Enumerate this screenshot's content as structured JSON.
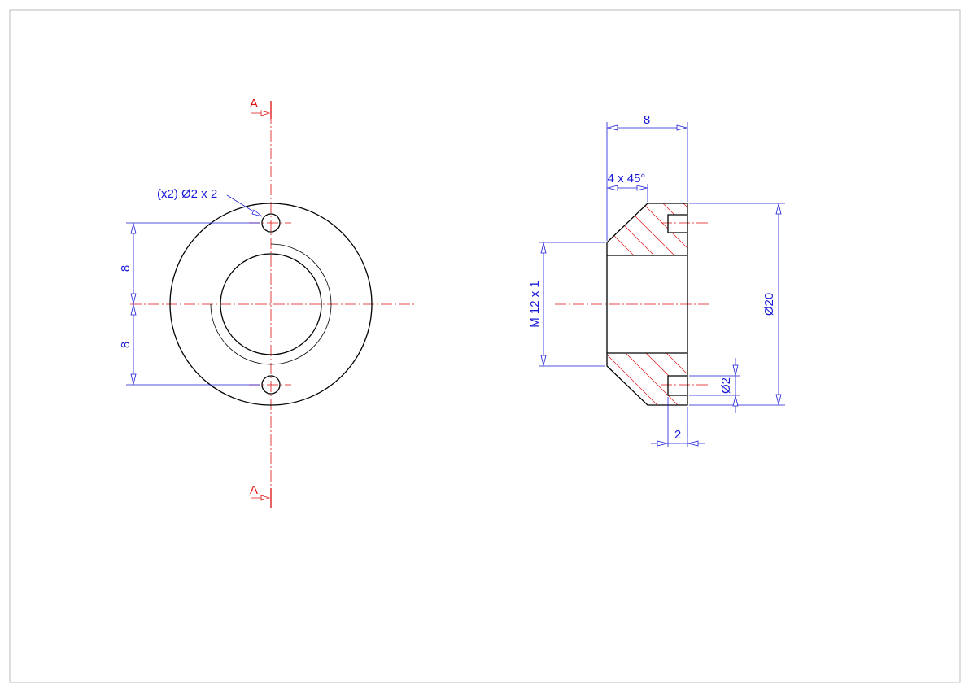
{
  "front_view": {
    "section_label_top": "A",
    "section_label_bottom": "A",
    "hole_callout": "(x2) Ø2 x 2",
    "dim_upper": "8",
    "dim_lower": "8"
  },
  "section_view": {
    "width_dim": "8",
    "chamfer_dim": "4 x 45°",
    "thread_dim": "M 12 x 1",
    "outer_dia_dim": "Ø20",
    "hole_dia_dim": "Ø2",
    "hole_depth_dim": "2"
  },
  "colors": {
    "outline": "#000000",
    "dimension": "#1a1ad8",
    "centerline": "#e01010",
    "hatch": "#e01010",
    "border": "#bbbbbb"
  }
}
